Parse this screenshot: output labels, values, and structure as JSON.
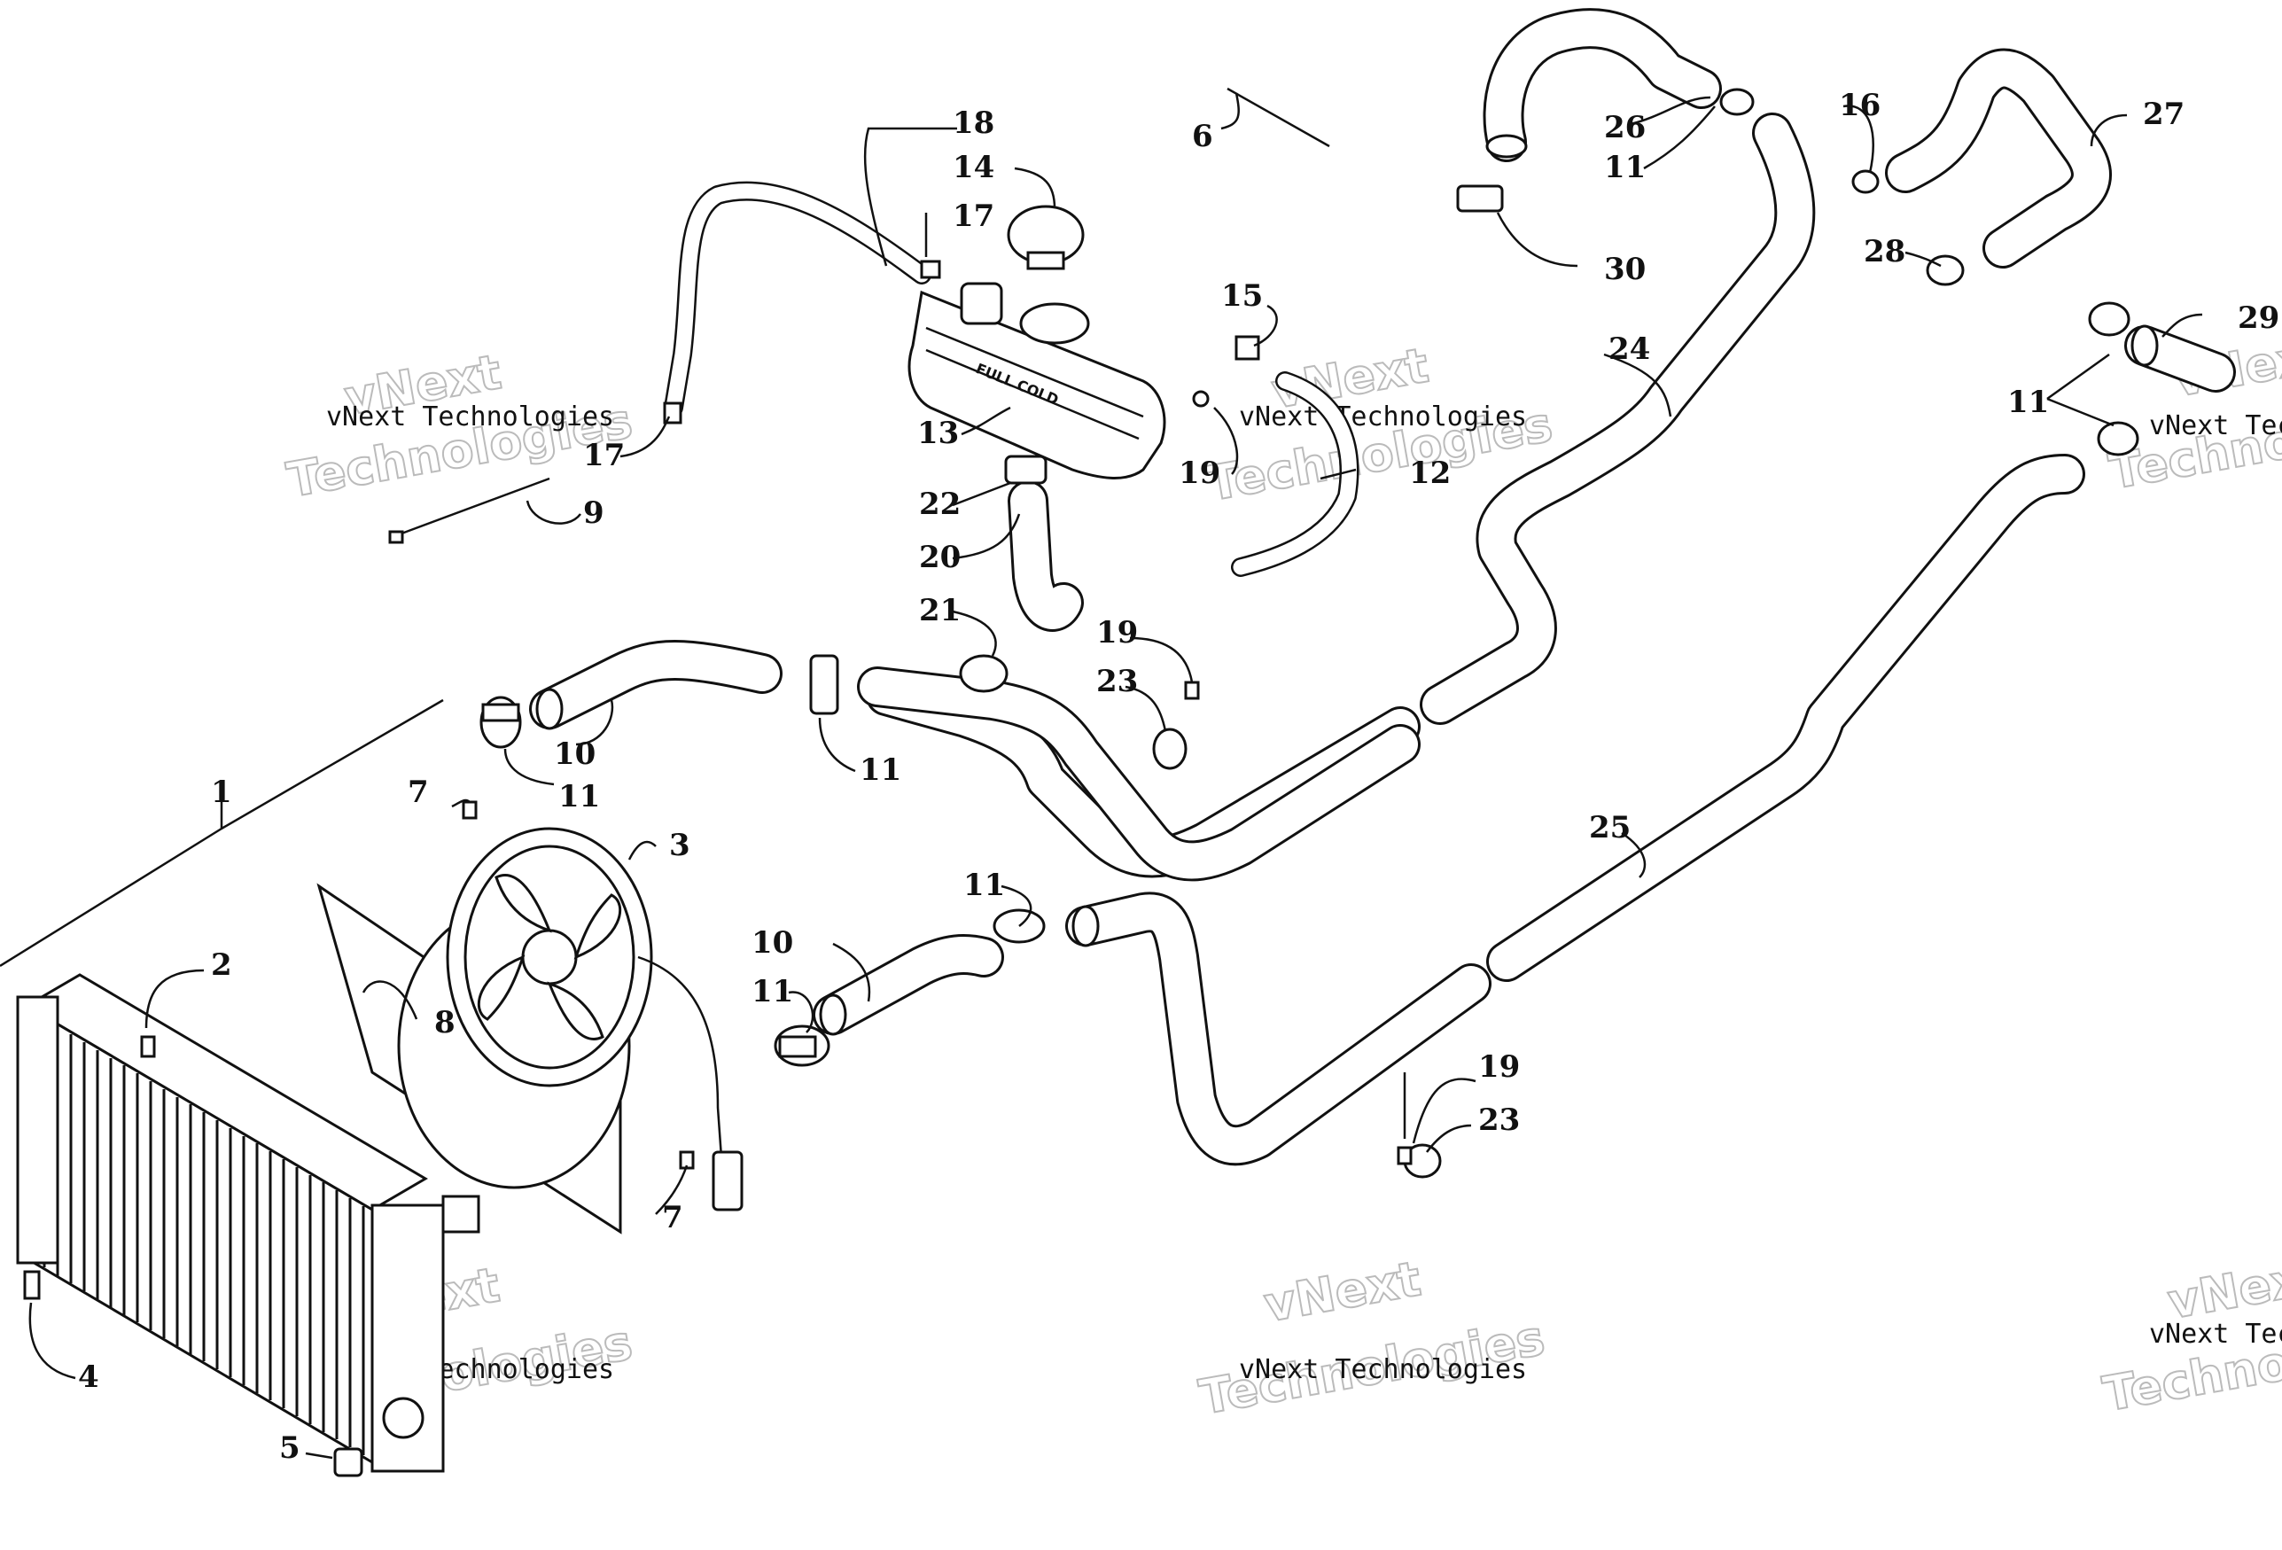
{
  "diagram": {
    "callouts": [
      {
        "id": "c1",
        "text": "1"
      },
      {
        "id": "c2",
        "text": "2"
      },
      {
        "id": "c3",
        "text": "3"
      },
      {
        "id": "c4",
        "text": "4"
      },
      {
        "id": "c5",
        "text": "5"
      },
      {
        "id": "c6",
        "text": "6"
      },
      {
        "id": "c7a",
        "text": "7"
      },
      {
        "id": "c7b",
        "text": "7"
      },
      {
        "id": "c8",
        "text": "8"
      },
      {
        "id": "c9",
        "text": "9"
      },
      {
        "id": "c10a",
        "text": "10"
      },
      {
        "id": "c10b",
        "text": "10"
      },
      {
        "id": "c11a",
        "text": "11"
      },
      {
        "id": "c11b",
        "text": "11"
      },
      {
        "id": "c11c",
        "text": "11"
      },
      {
        "id": "c11d",
        "text": "11"
      },
      {
        "id": "c11e",
        "text": "11"
      },
      {
        "id": "c11f",
        "text": "11"
      },
      {
        "id": "c12",
        "text": "12"
      },
      {
        "id": "c13",
        "text": "13"
      },
      {
        "id": "c14",
        "text": "14"
      },
      {
        "id": "c15",
        "text": "15"
      },
      {
        "id": "c16",
        "text": "16"
      },
      {
        "id": "c17a",
        "text": "17"
      },
      {
        "id": "c17b",
        "text": "17"
      },
      {
        "id": "c18",
        "text": "18"
      },
      {
        "id": "c19a",
        "text": "19"
      },
      {
        "id": "c19b",
        "text": "19"
      },
      {
        "id": "c19c",
        "text": "19"
      },
      {
        "id": "c20",
        "text": "20"
      },
      {
        "id": "c21",
        "text": "21"
      },
      {
        "id": "c22",
        "text": "22"
      },
      {
        "id": "c23a",
        "text": "23"
      },
      {
        "id": "c23b",
        "text": "23"
      },
      {
        "id": "c24",
        "text": "24"
      },
      {
        "id": "c25",
        "text": "25"
      },
      {
        "id": "c26",
        "text": "26"
      },
      {
        "id": "c27",
        "text": "27"
      },
      {
        "id": "c28",
        "text": "28"
      },
      {
        "id": "c29",
        "text": "29"
      },
      {
        "id": "c30",
        "text": "30"
      }
    ],
    "tank_label": "FULL COLD"
  },
  "watermark": {
    "small": "vNext Technologies",
    "big_line1": "vNext",
    "big_line2": "Technologies"
  }
}
